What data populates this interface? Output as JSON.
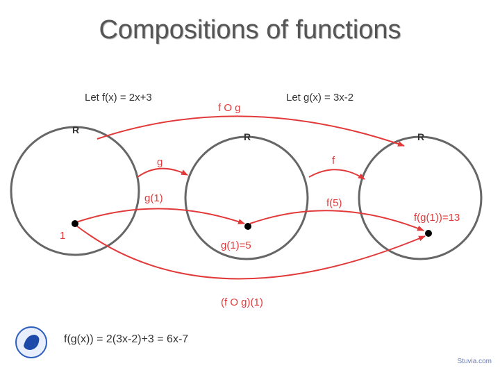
{
  "title": "Compositions of functions",
  "let_f": "Let f(x) = 2x+3",
  "let_g": "Let g(x) = 3x-2",
  "sets": {
    "left": "R",
    "middle": "R",
    "right": "R"
  },
  "arrow_labels": {
    "fog_top": "f O g",
    "g": "g",
    "f": "f",
    "g1": "g(1)",
    "f5": "f(5)",
    "f_g1": "f(g(1))=13",
    "one": "1",
    "g1_eq": "g(1)=5",
    "fog1": "(f O g)(1)"
  },
  "formula": "f(g(x)) = 2(3x-2)+3 = 6x-7",
  "watermark": "Stuvia.com",
  "colors": {
    "arrow": "#e23a3a",
    "circle": "#666666"
  }
}
